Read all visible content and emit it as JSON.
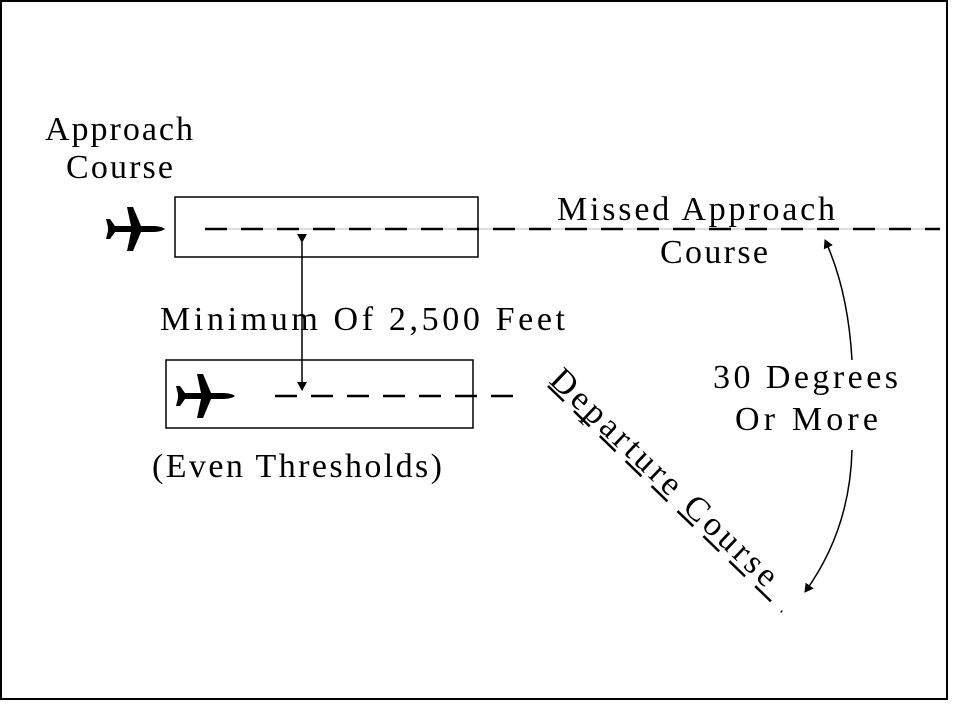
{
  "labels": {
    "approach_line1": "Approach",
    "approach_line2": "Course",
    "missed_line1": "Missed Approach",
    "missed_line2": "Course",
    "separation": "Minimum Of 2,500 Feet",
    "thresholds": "(Even Thresholds)",
    "angle_line1": "30 Degrees",
    "angle_line2": "Or More",
    "departure": "Departure Course"
  },
  "colors": {
    "ink": "#000000",
    "background": "#ffffff",
    "guide": "#bbbbbb"
  }
}
